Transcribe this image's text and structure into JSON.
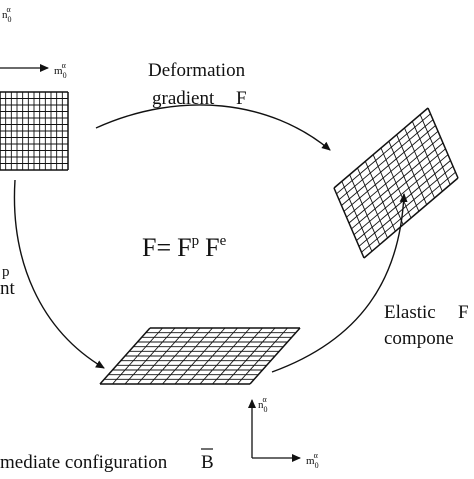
{
  "diagram": {
    "top_axis": {
      "base": "n",
      "sub": "0",
      "sup": "α"
    },
    "ref_axis": {
      "base": "m",
      "sub": "0",
      "sup": "α"
    },
    "deformation_label_line1": "Deformation",
    "deformation_label_line2": "gradient",
    "deformation_symbol": "F",
    "equation": {
      "lhs": "F=",
      "term1": "F",
      "term1_sup": "p",
      "term2": "F",
      "term2_sup": "e"
    },
    "left_label_sup": "p",
    "left_label_line": "nt",
    "elastic_label_line1": "Elastic",
    "elastic_label_symbol": "F",
    "elastic_label_line2": "compone",
    "intermediate_label": "mediate  configuration",
    "intermediate_symbol": "B",
    "intermediate_axis_n": {
      "base": "n",
      "sub": "0",
      "sup": "α"
    },
    "intermediate_axis_m": {
      "base": "m",
      "sub": "0",
      "sup": "α"
    }
  },
  "colors": {
    "line": "#111111",
    "background": "#ffffff"
  }
}
